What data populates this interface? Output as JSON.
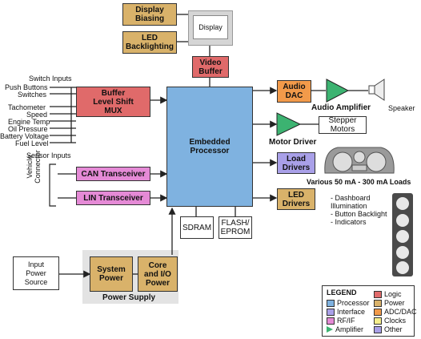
{
  "blocks": {
    "display_biasing": "Display\nBiasing",
    "led_backlighting": "LED\nBacklighting",
    "display": "Display",
    "video_buffer": "Video\nBuffer",
    "buffer_mux": "Buffer\nLevel Shift\nMUX",
    "embedded_processor": "Embedded\nProcessor",
    "audio_dac": "Audio\nDAC",
    "stepper_motors": "Stepper\nMotors",
    "load_drivers": "Load\nDrivers",
    "can_transceiver": "CAN Transceiver",
    "lin_transceiver": "LIN Transceiver",
    "led_drivers": "LED\nDrivers",
    "sdram": "SDRAM",
    "flash": "FLASH/\nEPROM",
    "input_power_source": "Input\nPower\nSource",
    "system_power": "System\nPower",
    "core_io_power": "Core\nand I/O\nPower"
  },
  "labels": {
    "switch_inputs": "Switch Inputs",
    "push_buttons": "Push Buttons",
    "switches": "Switches",
    "tachometer": "Tachometer",
    "speed": "Speed",
    "engine_temp": "Engine Temp",
    "oil_pressure": "Oil Pressure",
    "battery_voltage": "Battery Voltage",
    "fuel_level": "Fuel Level",
    "sensor_inputs": "Sensor Inputs",
    "vehicle_connector": "Vehicle\nConnector",
    "audio_amplifier": "Audio Amplifier",
    "speaker": "Speaker",
    "motor_driver": "Motor Driver",
    "loads": "Various 50 mA - 300 mA Loads",
    "led_uses": "- Dashboard\n  Illumination\n- Button Backlight\n- Indicators",
    "power_supply": "Power Supply"
  },
  "legend": {
    "title": "LEGEND",
    "items": [
      {
        "label": "Processor",
        "color": "#7fb2e0"
      },
      {
        "label": "Interface",
        "color": "#a9a0e8"
      },
      {
        "label": "RF/IF",
        "color": "#e58ad6"
      },
      {
        "label": "Amplifier",
        "color": "#3cb371"
      },
      {
        "label": "Logic",
        "color": "#e06a6a"
      },
      {
        "label": "Power",
        "color": "#d9b26a"
      },
      {
        "label": "ADC/DAC",
        "color": "#f29a4a"
      },
      {
        "label": "Clocks",
        "color": "#f5ee8c"
      },
      {
        "label": "Other",
        "color": "#a9a0e8"
      }
    ]
  },
  "colors": {
    "logic": "#e06a6a",
    "power": "#d9b26a",
    "processor": "#7fb2e0",
    "adc_dac": "#f29a4a",
    "rf_if": "#e58ad6",
    "amplifier": "#3cb371",
    "power_supply_bg": "#e6e6e6"
  },
  "icons": [
    "dashboard-gauge-icon",
    "oil-can-icon",
    "headlight-icon",
    "temperature-icon",
    "fuel-icon",
    "hazard-icon"
  ]
}
